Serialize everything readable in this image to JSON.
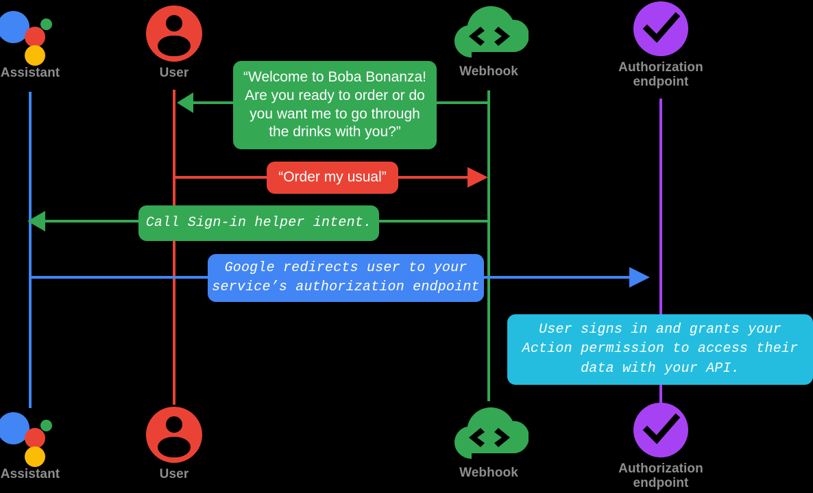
{
  "diagram": {
    "title": "Account linking sequence diagram",
    "background": "#000000",
    "label_color": "#8e8e8e"
  },
  "colors": {
    "blue": "#4285F4",
    "red": "#EA4335",
    "green": "#34A853",
    "yellow": "#FBBC05",
    "purple": "#A742F4",
    "cyan": "#24BDE0",
    "white": "#FFFFFF"
  },
  "actors": [
    {
      "id": "assistant",
      "label": "Assistant",
      "icon": "google-assistant-icon",
      "lifeline_color": "#4285F4"
    },
    {
      "id": "user",
      "label": "User",
      "icon": "user-avatar-icon",
      "lifeline_color": "#EA4335"
    },
    {
      "id": "webhook",
      "label": "Webhook",
      "icon": "cloud-code-icon",
      "lifeline_color": "#34A853"
    },
    {
      "id": "authorization",
      "label": "Authorization\nendpoint",
      "label_line1": "Authorization",
      "label_line2": "endpoint",
      "icon": "purple-check-icon",
      "lifeline_color": "#A742F4"
    }
  ],
  "messages": [
    {
      "id": "welcome",
      "from": "webhook",
      "to": "user",
      "color": "#34A853",
      "font": "sans",
      "lines": [
        "“Welcome to Boba Bonanza!",
        "Are you ready to order or do",
        "you want me to go through",
        "the drinks with you?”"
      ]
    },
    {
      "id": "order-my-usual",
      "from": "user",
      "to": "webhook",
      "color": "#EA4335",
      "font": "sans",
      "lines": [
        "“Order my usual”"
      ]
    },
    {
      "id": "call-sign-in-helper",
      "from": "webhook",
      "to": "assistant",
      "color": "#34A853",
      "font": "mono",
      "lines": [
        "Call Sign-in helper intent."
      ]
    },
    {
      "id": "google-redirect",
      "from": "assistant",
      "to": "authorization",
      "color": "#4285F4",
      "font": "mono",
      "lines": [
        "Google redirects user to your",
        "service’s authorization endpoint"
      ]
    },
    {
      "id": "user-signs-in",
      "from": "authorization",
      "to": "authorization",
      "color": "#24BDE0",
      "font": "mono",
      "lines": [
        "User signs in and grants your",
        "Action permission to access their",
        "data with your API."
      ]
    }
  ]
}
